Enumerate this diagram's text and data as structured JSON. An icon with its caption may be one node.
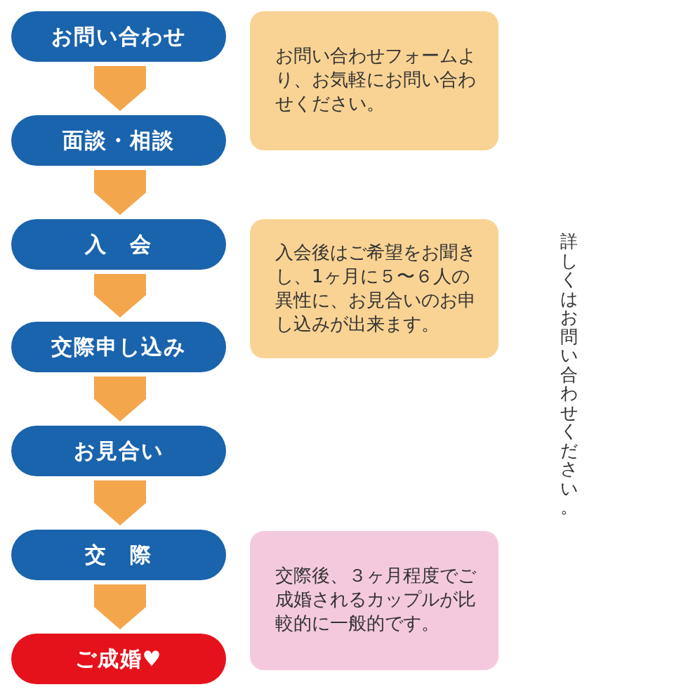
{
  "diagram": {
    "nodes": [
      {
        "text": [
          "お問い合わせ"
        ]
      },
      {
        "text": [
          "お問い合わせフォームより、お気軽にお問い合わせください。"
        ]
      },
      {
        "text": [
          "面談・相談"
        ]
      },
      {
        "text": [
          "入　会"
        ]
      },
      {
        "text": [
          "入会後はご希望をお聞きし、1ヶ月に５〜６人の異性に、お見合いのお申し込みが出来ます。"
        ]
      },
      {
        "text": [
          "交際申し込み"
        ]
      },
      {
        "text": [
          "お見合い"
        ]
      },
      {
        "text": [
          "交　際"
        ]
      },
      {
        "text": [
          "交際後、３ヶ月程度でご成婚されるカップルが比較的に一般的です。"
        ]
      },
      {
        "text": [
          "ご成婚♥"
        ]
      }
    ],
    "edges": [
      {
        "from": 0,
        "to": 2,
        "arrow": "to"
      },
      {
        "from": 2,
        "to": 3,
        "arrow": "to"
      },
      {
        "from": 3,
        "to": 5,
        "arrow": "to"
      },
      {
        "from": 5,
        "to": 6,
        "arrow": "to"
      },
      {
        "from": 6,
        "to": 7,
        "arrow": "to"
      },
      {
        "from": 7,
        "to": 9,
        "arrow": "to"
      }
    ],
    "labels": [
      "詳しくはお問い合わせください。"
    ]
  }
}
